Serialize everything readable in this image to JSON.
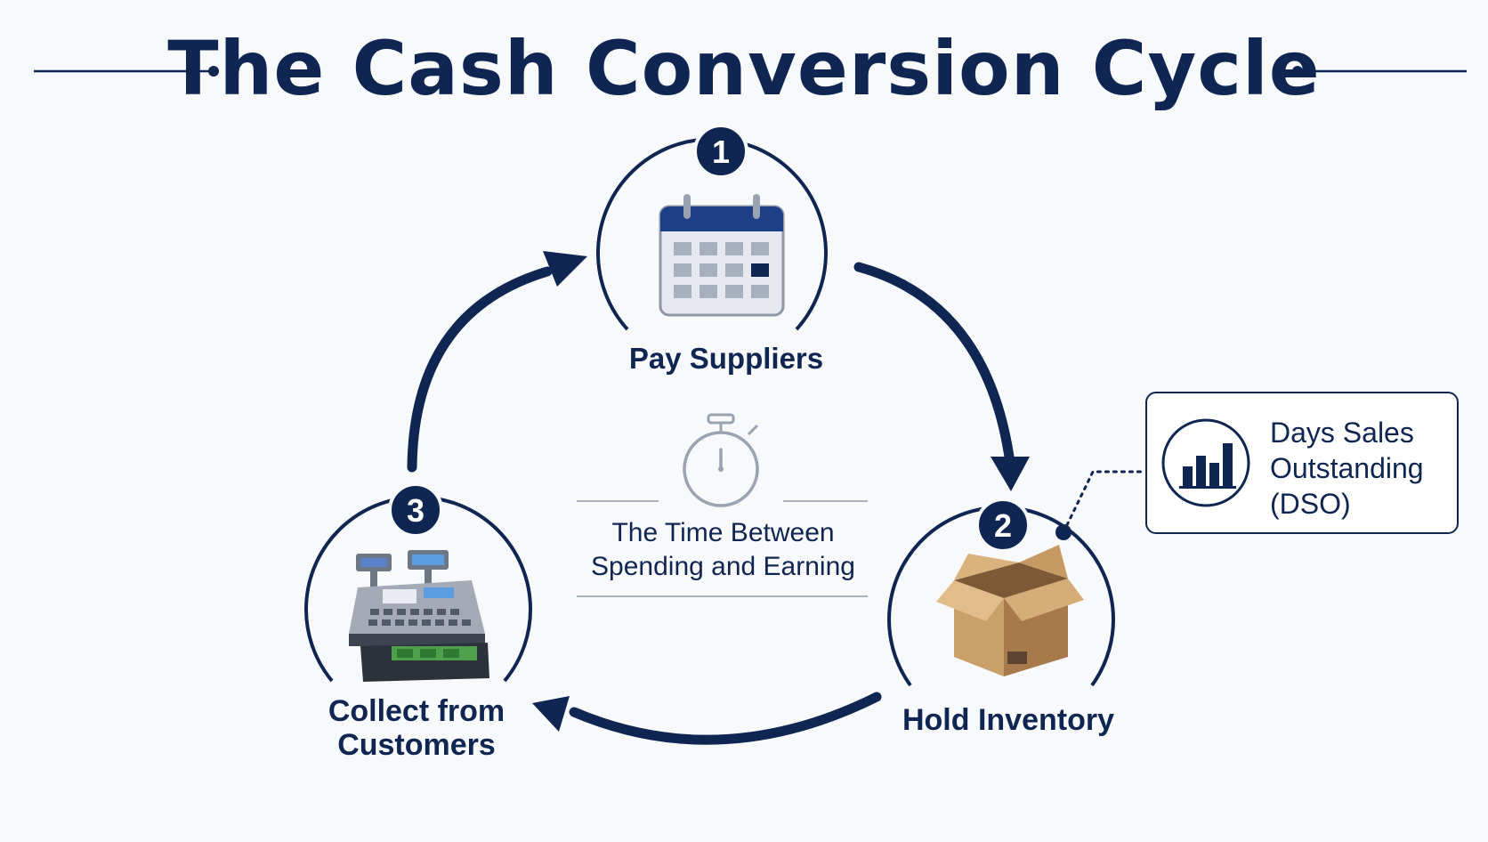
{
  "title": "The Cash Conversion Cycle",
  "steps": [
    {
      "number": "1",
      "label": "Pay Suppliers",
      "icon": "calendar-icon"
    },
    {
      "number": "2",
      "label": "Hold Inventory",
      "icon": "box-icon"
    },
    {
      "number": "3",
      "label": "Collect from Customers",
      "icon": "cash-register-icon"
    }
  ],
  "center": {
    "icon": "stopwatch-icon",
    "line1": "The Time Between",
    "line2": "Spending and Earning"
  },
  "callout": {
    "icon": "bar-chart-icon",
    "line1": "Days Sales",
    "line2": "Outstanding",
    "line3": "(DSO)"
  },
  "colors": {
    "navy": "#0f2552",
    "gray": "#9aa3b2",
    "background": "#f8f9fb",
    "cardboard": "#c9a06a",
    "money": "#4fa04a"
  }
}
